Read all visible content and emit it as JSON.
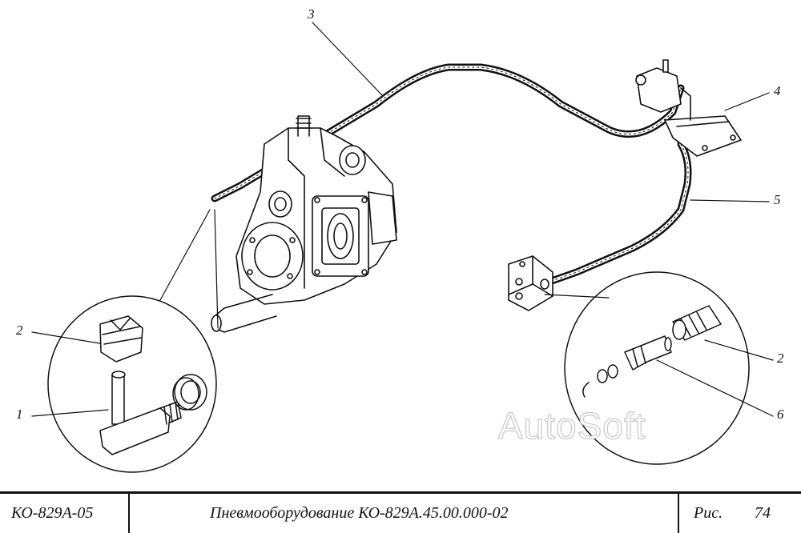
{
  "callouts": {
    "c3": "3",
    "c4": "4",
    "c5": "5",
    "c2_left": "2",
    "c1": "1",
    "c2_right": "2",
    "c6": "6"
  },
  "watermark": "AutoSoft",
  "title_block": {
    "code": "КО-829А-05",
    "title": "Пневмооборудование КО-829А.45.00.000-02",
    "fig_label": "Рис.",
    "fig_number": "74"
  }
}
